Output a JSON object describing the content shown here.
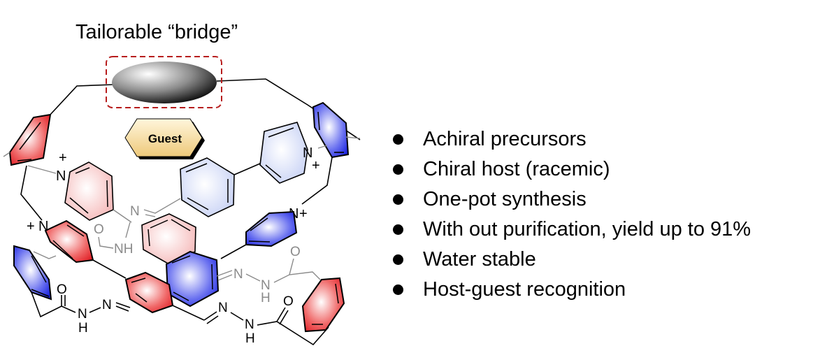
{
  "title": "Tailorable “bridge”",
  "guest_label": "Guest",
  "atom_labels": {
    "n_plus_1": "N",
    "n_plus_2": "N",
    "n_plus_3": "N",
    "n_plus_4": "N",
    "plus": "+",
    "imine_n_gray": "N",
    "amide_o_gray_left": "O",
    "amide_nh_gray_left": "NH",
    "hydrazone_n_gray_1": "N",
    "hydrazone_n_gray_2": "N",
    "hydrazone_h_gray": "H",
    "amide_o_gray_right": "O",
    "left_o": "O",
    "left_n1": "N",
    "left_h": "H",
    "left_n2": "N",
    "right_n1": "N",
    "right_n2": "N",
    "right_h": "H",
    "right_o": "O"
  },
  "features": [
    "Achiral precursors",
    "Chiral host (racemic)",
    "One-pot synthesis",
    "With out purification, yield up to 91%",
    "Water stable",
    "Host-guest recognition"
  ],
  "colors": {
    "red": "#e8282d",
    "blue": "#1f2ee6",
    "light_red": "#f5b8b8",
    "light_blue": "#c9d4f5",
    "dashed_box": "#b71c1c",
    "guest_fill": "#f3d89a",
    "gray_bond": "#8a8a8a"
  }
}
